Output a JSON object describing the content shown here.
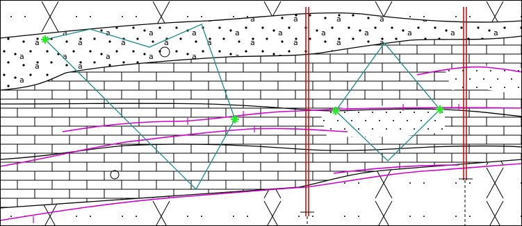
{
  "symbols": {
    "gravel_label": "a",
    "siltstone_glyph": "·",
    "scour_mark": "·"
  },
  "palette": {
    "boundary_line": "#000000",
    "fault_line": "#cc00cc",
    "section_outline": "#1b8a8a",
    "pick_marker": "#22ee22",
    "well_line": "#cc0000",
    "grid": "#000000",
    "background": "#ffffff"
  },
  "legend_items": [
    "sandstone-gravel",
    "limestone-brick",
    "siltstone-dot",
    "shale-cross"
  ]
}
